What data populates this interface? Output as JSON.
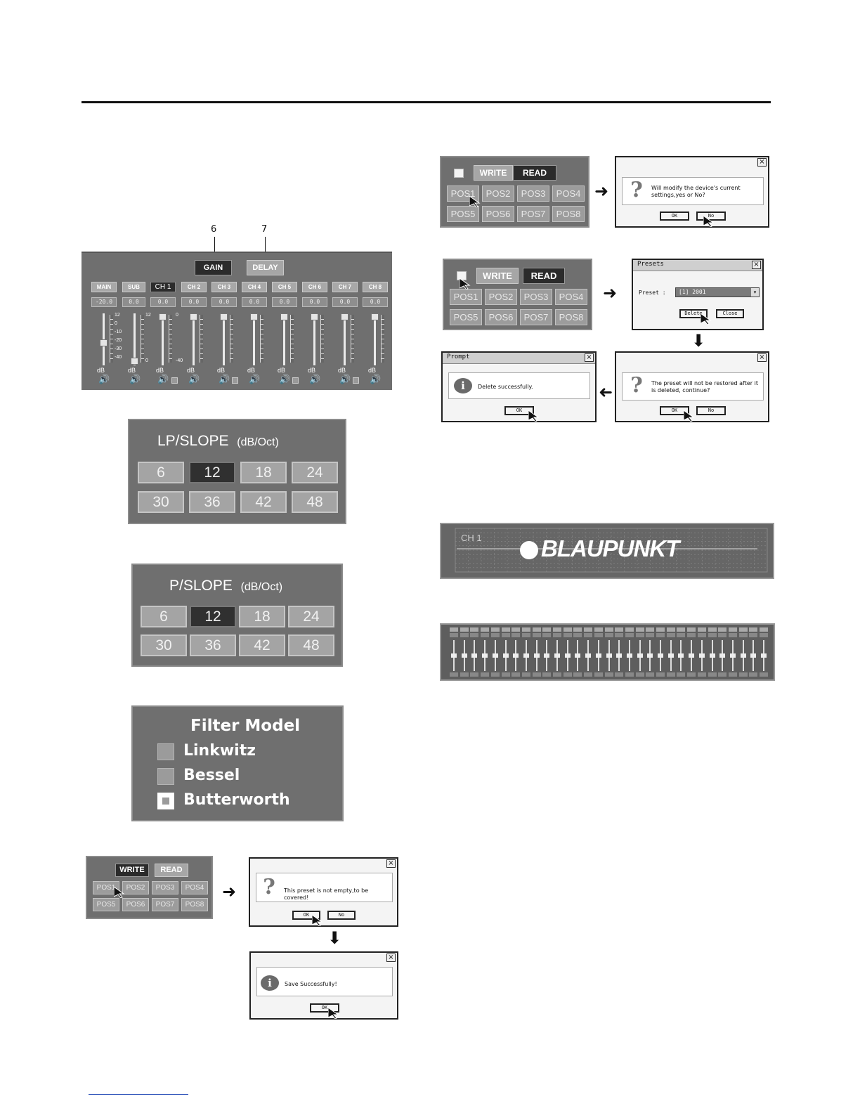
{
  "gain_panel": {
    "callout_6": "6",
    "callout_7": "7",
    "gain_label": "GAIN",
    "delay_label": "DELAY",
    "channels": [
      "MAIN",
      "SUB",
      "CH 1",
      "CH 2",
      "CH 3",
      "CH 4",
      "CH 5",
      "CH 6",
      "CH 7",
      "CH 8"
    ],
    "values": [
      "-20.0",
      "0.0",
      "0.0",
      "0.0",
      "0.0",
      "0.0",
      "0.0",
      "0.0",
      "0.0",
      "0.0"
    ],
    "db_label": "dB",
    "scale_main": [
      "12",
      "0",
      "-10",
      "-20",
      "-30",
      "-40"
    ],
    "scale_sub_top": "12",
    "scale_sub_bottom": "0",
    "scale_ch_top": "0",
    "scale_ch_bottom": "-40",
    "selected_channel": "CH 1"
  },
  "lp_slope": {
    "title": "LP/SLOPE",
    "unit": "(dB/Oct)",
    "options": [
      "6",
      "12",
      "18",
      "24",
      "30",
      "36",
      "42",
      "48"
    ],
    "selected": "12"
  },
  "p_slope": {
    "title": "P/SLOPE",
    "unit": "(dB/Oct)",
    "options": [
      "6",
      "12",
      "18",
      "24",
      "30",
      "36",
      "42",
      "48"
    ],
    "selected": "12"
  },
  "filter_model": {
    "title": "Filter Model",
    "options": [
      "Linkwitz",
      "Bessel",
      "Butterworth"
    ],
    "selected": "Butterworth"
  },
  "preset_panel": {
    "write_label": "WRITE",
    "read_label": "READ",
    "positions": [
      "POS1",
      "POS2",
      "POS3",
      "POS4",
      "POS5",
      "POS6",
      "POS7",
      "POS8"
    ]
  },
  "dialog_save_confirm": {
    "message": "This preset is not empty,to be covered!",
    "ok": "OK",
    "no": "No"
  },
  "dialog_save_ok": {
    "message": "Save Successfully!",
    "ok": "OK"
  },
  "dialog_read_confirm": {
    "message": "Will modify the device's current settings,yes or No?",
    "ok": "OK",
    "no": "No"
  },
  "dialog_presets": {
    "title": "Presets",
    "preset_label": "Preset :",
    "preset_value": "[1] 2001",
    "delete": "Delete",
    "close": "Close"
  },
  "dialog_delete_confirm": {
    "message": "The preset will not be restored after it is deleted, continue?",
    "ok": "OK",
    "no": "No"
  },
  "dialog_prompt": {
    "title": "Prompt",
    "message": "Delete successfully.",
    "ok": "OK"
  },
  "freq_graph": {
    "channel": "CH 1",
    "brand": "BLAUPUNKT"
  },
  "icons": {
    "arrow_right": "➜",
    "arrow_down": "⬇",
    "speaker": "🔊",
    "close": "×",
    "question": "?",
    "info": "i"
  },
  "colors": {
    "panel": "#6f6f6f",
    "button": "#a6a6a6",
    "selected_button": "#2b2b2b"
  }
}
